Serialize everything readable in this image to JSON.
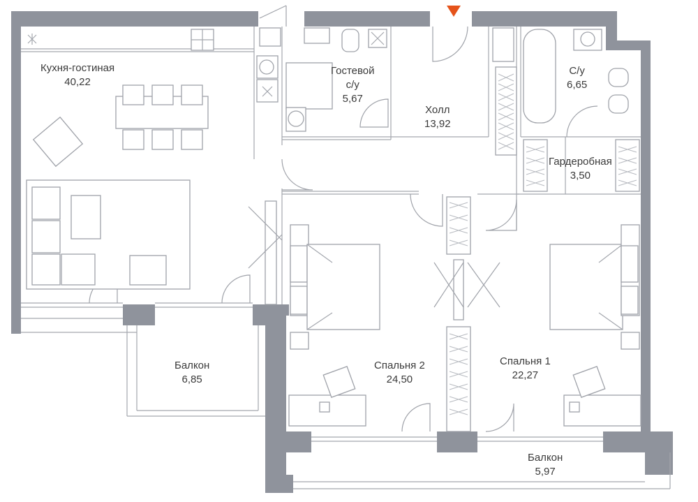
{
  "colors": {
    "wall": "#8f939c",
    "line": "#a4a7ae",
    "entrance": "#e5531a",
    "text": "#3a3a3a"
  },
  "rooms": {
    "kitchen": {
      "name": "Кухня-гостиная",
      "area": "40,22"
    },
    "guest_wc": {
      "name_line1": "Гостевой",
      "name_line2": "с/у",
      "area": "5,67"
    },
    "hall": {
      "name": "Холл",
      "area": "13,92"
    },
    "wc": {
      "name": "С/у",
      "area": "6,65"
    },
    "wardrobe": {
      "name": "Гардеробная",
      "area": "3,50"
    },
    "balcony1": {
      "name": "Балкон",
      "area": "6,85"
    },
    "bedroom2": {
      "name": "Спальня 2",
      "area": "24,50"
    },
    "bedroom1": {
      "name": "Спальня 1",
      "area": "22,27"
    },
    "balcony2": {
      "name": "Балкон",
      "area": "5,97"
    }
  },
  "icons": [
    "entrance-arrow-icon",
    "sink-icon",
    "stove-icon",
    "toilet-icon",
    "bathtub-icon",
    "shower-icon",
    "bed-icon",
    "sofa-icon",
    "armchair-icon",
    "desk-chair-icon"
  ]
}
